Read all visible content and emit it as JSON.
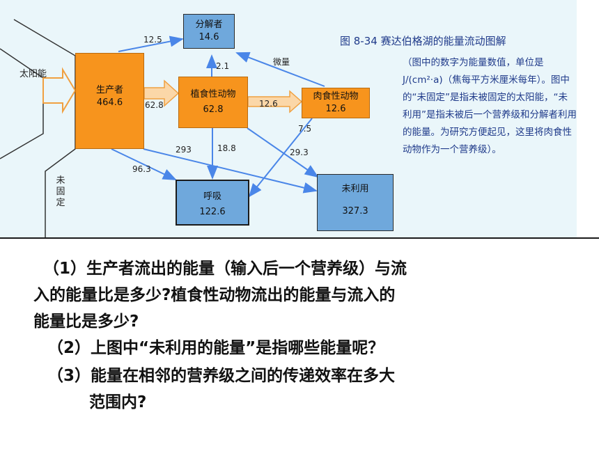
{
  "figure": {
    "title": "图 8-34   赛达伯格湖的能量流动图解",
    "caption": "（图中的数字为能量数值，单位是 J/(cm²·a)（焦每平方米厘米每年）。图中的“未固定”是指未被固定的太阳能，“未利用”是指未被后一个营养级和分解者利用的能量。为研究方便起见，这里将肉食性动物作为一个营养级）。",
    "side_labels": {
      "sun": "太阳能",
      "unfixed": "未固定"
    },
    "nodes": {
      "decomposer": {
        "name": "分解者",
        "value": "14.6"
      },
      "producer": {
        "name": "生产者",
        "value": "464.6"
      },
      "herbivore": {
        "name": "植食性动物",
        "value": "62.8"
      },
      "carnivore": {
        "name": "肉食性动物",
        "value": "12.6"
      },
      "respiration": {
        "name": "呼吸",
        "value": "122.6"
      },
      "unused": {
        "name": "未利用",
        "value": "327.3"
      }
    },
    "flows": {
      "producer_to_decomposer": "12.5",
      "herbivore_to_decomposer": "2.1",
      "carnivore_to_decomposer": "微量",
      "producer_to_herbivore": "62.8",
      "herbivore_to_carnivore": "12.6",
      "carnivore_to_respiration": "7.5",
      "producer_to_unused": "293",
      "herbivore_to_respiration": "18.8",
      "herbivore_to_unused": "29.3",
      "producer_to_respiration": "96.3"
    },
    "colors": {
      "producer_orange": "#f7941d",
      "consumer_blue": "#6fa8dc",
      "arrow_blue": "#4a86e8",
      "caption_navy": "#1f3a8a"
    }
  },
  "questions": [
    "（1）生产者流出的能量（输入后一个营养级）与流",
    "入的能量比是多少?植食性动物流出的能量与流入的",
    "能量比是多少?",
    "（2）上图中“未利用的能量”是指哪些能量呢？",
    "（3）能量在相邻的营养级之间的传递效率在多大",
    "范围内?"
  ]
}
